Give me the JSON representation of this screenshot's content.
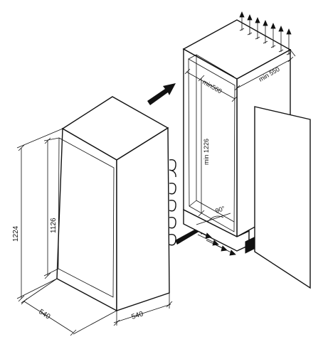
{
  "dimensions": {
    "appliance_height": "1224",
    "door_height": "1126",
    "appliance_width": "540",
    "appliance_depth": "540",
    "niche_width": "min560",
    "niche_depth": "min 550",
    "niche_height": "min 1226",
    "door_angle": "90°"
  }
}
